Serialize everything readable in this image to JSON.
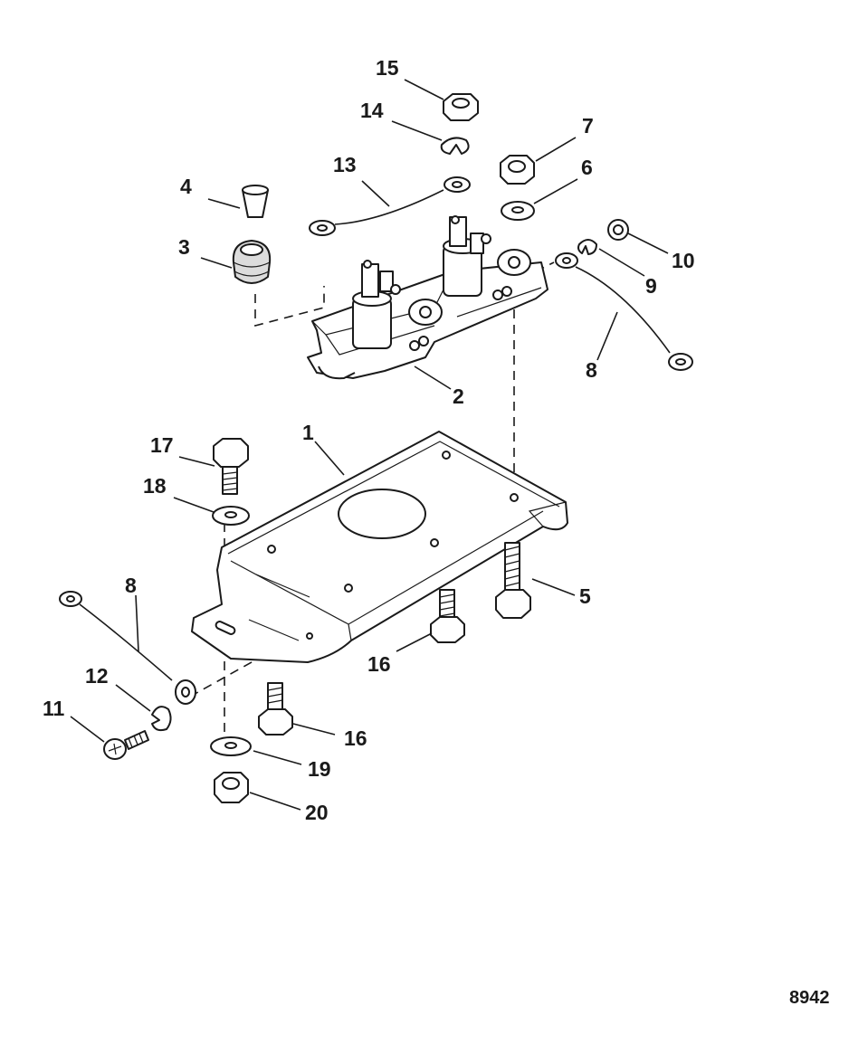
{
  "callouts": {
    "c1": "1",
    "c2": "2",
    "c3": "3",
    "c4": "4",
    "c5": "5",
    "c6": "6",
    "c7": "7",
    "c8a": "8",
    "c8b": "8",
    "c9": "9",
    "c10": "10",
    "c11": "11",
    "c12": "12",
    "c13": "13",
    "c14": "14",
    "c15": "15",
    "c16a": "16",
    "c16b": "16",
    "c17": "17",
    "c18": "18",
    "c19": "19",
    "c20": "20"
  },
  "drawing_number": "8942"
}
